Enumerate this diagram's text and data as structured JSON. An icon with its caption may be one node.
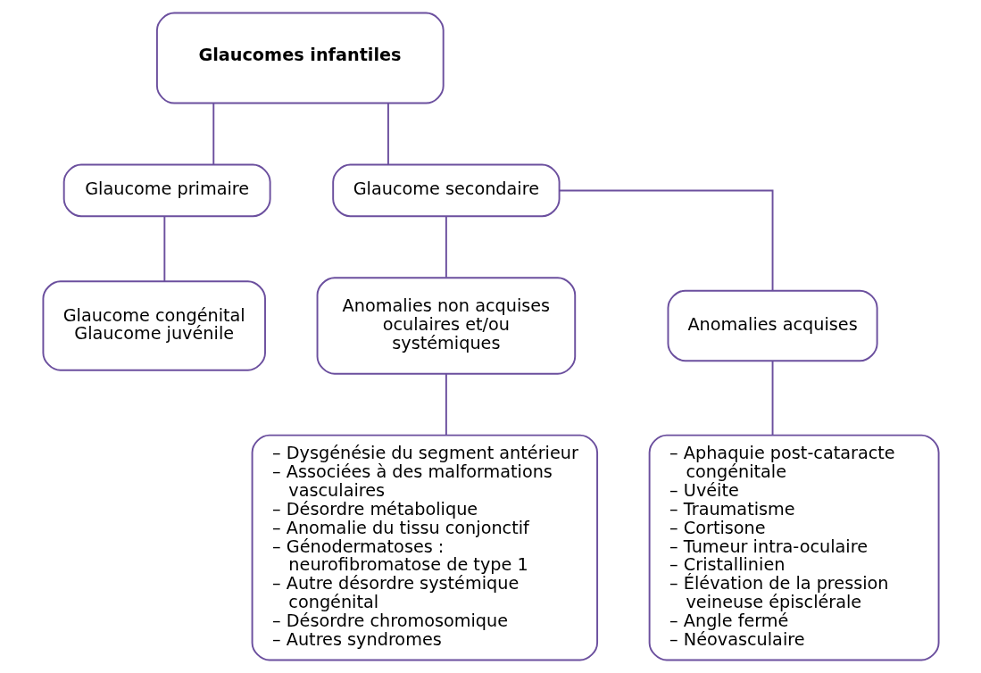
{
  "diagram": {
    "nodes": [
      {
        "text": [
          "Glaucomes infantiles"
        ]
      },
      {
        "text": [
          "Glaucome primaire"
        ]
      },
      {
        "text": [
          "Glaucome secondaire"
        ]
      },
      {
        "text": [
          "Glaucome congénital",
          "Glaucome juvénile"
        ]
      },
      {
        "text": [
          "Anomalies non acquises oculaires et/ou systémiques"
        ]
      },
      {
        "text": [
          "Anomalies acquises"
        ]
      },
      {
        "text": [
          "– Dysgénésie du segment antérieur",
          "– Associées à des malformations vasculaires",
          "– Désordre métabolique",
          "– Anomalie du tissu conjonctif",
          "– Génodermatoses : neurofibromatose de type 1",
          "– Autre désordre systémique congénital",
          "– Désordre chromosomique",
          "– Autres syndromes"
        ]
      },
      {
        "text": [
          "– Aphaquie post-cataracte congénitale",
          "– Uvéite",
          "– Traumatisme",
          "– Cortisone",
          "– Tumeur intra-oculaire",
          "– Cristallinien",
          "– Élévation de la pression veineuse épisclérale",
          "– Angle fermé",
          "– Néovasculaire"
        ]
      }
    ],
    "edges": [
      {
        "from": 0,
        "to": 1,
        "arrow": "none"
      },
      {
        "from": 0,
        "to": 2,
        "arrow": "none"
      },
      {
        "from": 1,
        "to": 3,
        "arrow": "none"
      },
      {
        "from": 2,
        "to": 4,
        "arrow": "none"
      },
      {
        "from": 2,
        "to": 5,
        "arrow": "none"
      },
      {
        "from": 4,
        "to": 6,
        "arrow": "none"
      },
      {
        "from": 5,
        "to": 7,
        "arrow": "none"
      }
    ]
  }
}
